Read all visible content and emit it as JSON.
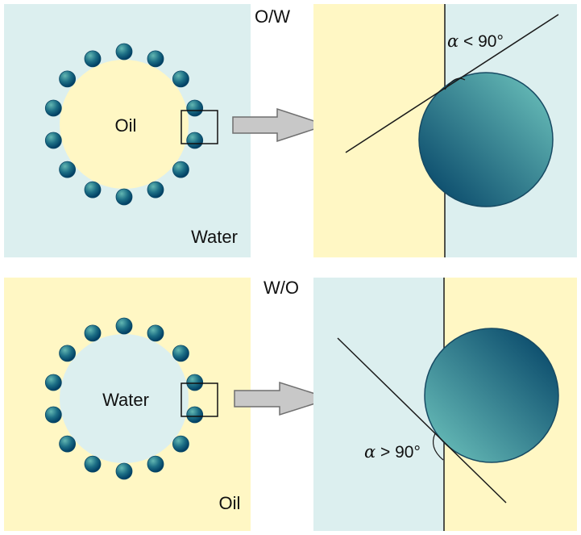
{
  "colors": {
    "water": "#dcefef",
    "oil": "#fff7c4",
    "particle_dark": "#003e63",
    "particle_light": "#70c7bf",
    "line": "#1a1a1a",
    "arrow_fill": "#c8c8c8",
    "arrow_stroke": "#6f6f6f"
  },
  "top_panel": {
    "title": "O/W",
    "droplet_label": "Oil",
    "continuous_label": "Water",
    "angle": {
      "symbol": "α",
      "text": " < 90°"
    }
  },
  "bottom_panel": {
    "title": "W/O",
    "droplet_label": "Water",
    "continuous_label": "Oil",
    "angle": {
      "symbol": "α",
      "text": " > 90°"
    }
  },
  "icons": {
    "arrow": "right-arrow-icon",
    "particle": "particle-sphere-icon"
  }
}
